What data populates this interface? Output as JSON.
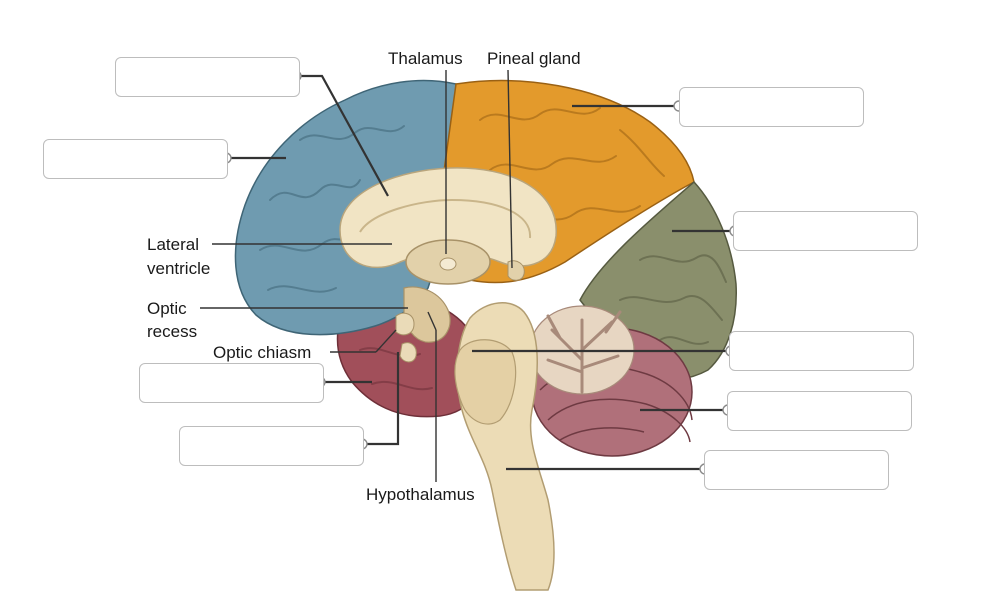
{
  "labels": {
    "thalamus": "Thalamus",
    "pineal_gland": "Pineal gland",
    "lateral_ventricle_1": "Lateral",
    "lateral_ventricle_2": "ventricle",
    "optic_recess_1": "Optic",
    "optic_recess_2": "recess",
    "optic_chiasm": "Optic chiasm",
    "hypothalamus": "Hypothalamus"
  },
  "colors": {
    "frontal_lobe": "#6f9bb0",
    "parietal_lobe": "#e39a2c",
    "occipital_lobe": "#8a8f6c",
    "temporal_lobe": "#a14f5a",
    "cerebellum": "#b0707a",
    "corpus_callosum": "#f1e4c4",
    "brainstem": "#ecdcb6",
    "leader_line": "#333333",
    "drop_box_border": "#bdbdbd"
  },
  "drop_zones": [
    "",
    "",
    "",
    "",
    "",
    "",
    "",
    "",
    "",
    ""
  ]
}
